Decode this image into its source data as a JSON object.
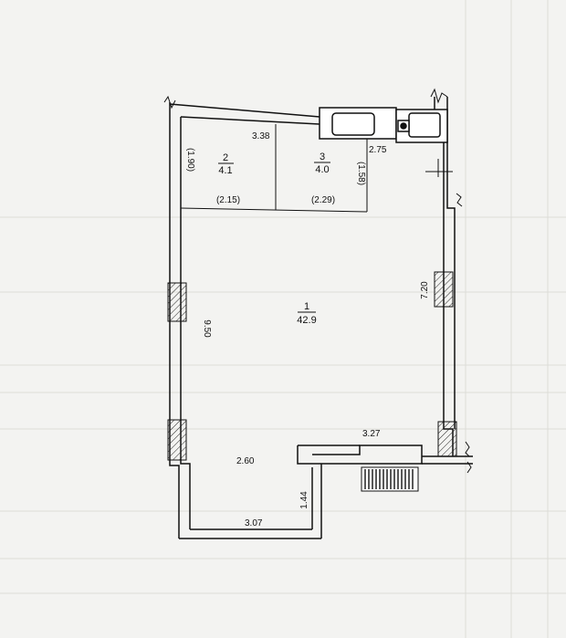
{
  "plan": {
    "rooms": [
      {
        "id": "1",
        "number": "1",
        "area": "42.9"
      },
      {
        "id": "2",
        "number": "2",
        "area": "4.1"
      },
      {
        "id": "3",
        "number": "3",
        "area": "4.0"
      }
    ],
    "dimensions": {
      "top_wall": "3.38",
      "room2_height": "(1.90)",
      "room2_width": "(2.15)",
      "room3_height": "(1.58)",
      "room3_width": "(2.29)",
      "stove_offset": "2.75",
      "left_wall": "9.50",
      "right_wall": "7.20",
      "bottom_step": "3.27",
      "bottom_inner": "2.60",
      "bottom_bay_height": "1.44",
      "bottom_wall": "3.07"
    }
  }
}
